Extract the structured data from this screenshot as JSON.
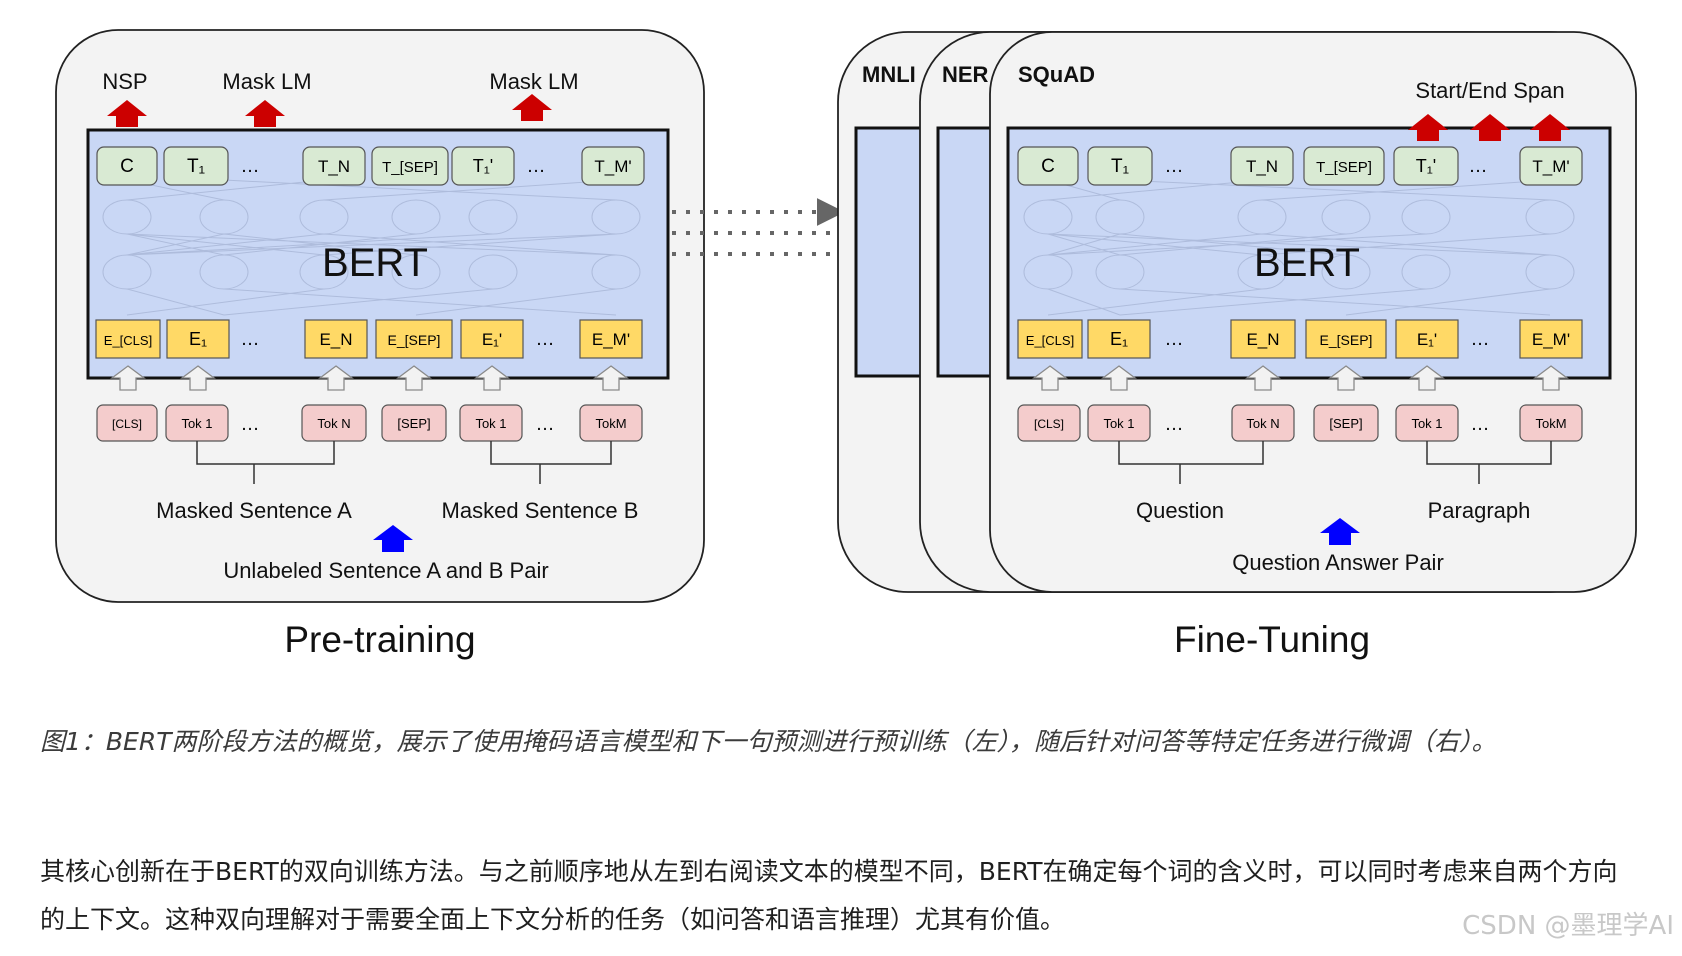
{
  "pretraining": {
    "heads": [
      "NSP",
      "Mask LM",
      "Mask LM"
    ],
    "model_label": "BERT",
    "outputs": [
      "C",
      "T₁",
      "…",
      "T_N",
      "T_[SEP]",
      "T₁'",
      "…",
      "T_M'"
    ],
    "embeddings": [
      "E_[CLS]",
      "E₁",
      "…",
      "E_N",
      "E_[SEP]",
      "E₁'",
      "…",
      "E_M'"
    ],
    "tokens": [
      "[CLS]",
      "Tok 1",
      "…",
      "Tok N",
      "[SEP]",
      "Tok 1",
      "…",
      "TokM"
    ],
    "sentence_a": "Masked Sentence A",
    "sentence_b": "Masked Sentence B",
    "pair_label": "Unlabeled Sentence A and B Pair",
    "title": "Pre-training"
  },
  "finetuning": {
    "tasks": [
      "MNLI",
      "NER",
      "SQuAD"
    ],
    "head": "Start/End Span",
    "model_label": "BERT",
    "outputs": [
      "C",
      "T₁",
      "…",
      "T_N",
      "T_[SEP]",
      "T₁'",
      "…",
      "T_M'"
    ],
    "embeddings": [
      "E_[CLS]",
      "E₁",
      "…",
      "E_N",
      "E_[SEP]",
      "E₁'",
      "…",
      "E_M'"
    ],
    "tokens": [
      "[CLS]",
      "Tok 1",
      "…",
      "Tok N",
      "[SEP]",
      "Tok 1",
      "…",
      "TokM"
    ],
    "sentence_a": "Question",
    "sentence_b": "Paragraph",
    "pair_label": "Question Answer Pair",
    "title": "Fine-Tuning"
  },
  "colors": {
    "panel_bg": "#f3f3f3",
    "model_bg": "#c9d7f5",
    "output_fill": "#d9ead3",
    "embedding_fill": "#ffd966",
    "token_fill": "#f4cccc",
    "up_arrow_red": "#cc0000",
    "up_arrow_blue": "#0000ff"
  },
  "caption": "图1：BERT两阶段方法的概览，展示了使用掩码语言模型和下一句预测进行预训练（左），随后针对问答等特定任务进行微调（右）。",
  "paragraph": "其核心创新在于BERT的双向训练方法。与之前顺序地从左到右阅读文本的模型不同，BERT在确定每个词的含义时，可以同时考虑来自两个方向的上下文。这种双向理解对于需要全面上下文分析的任务（如问答和语言推理）尤其有价值。",
  "watermark": "CSDN @墨理学AI"
}
